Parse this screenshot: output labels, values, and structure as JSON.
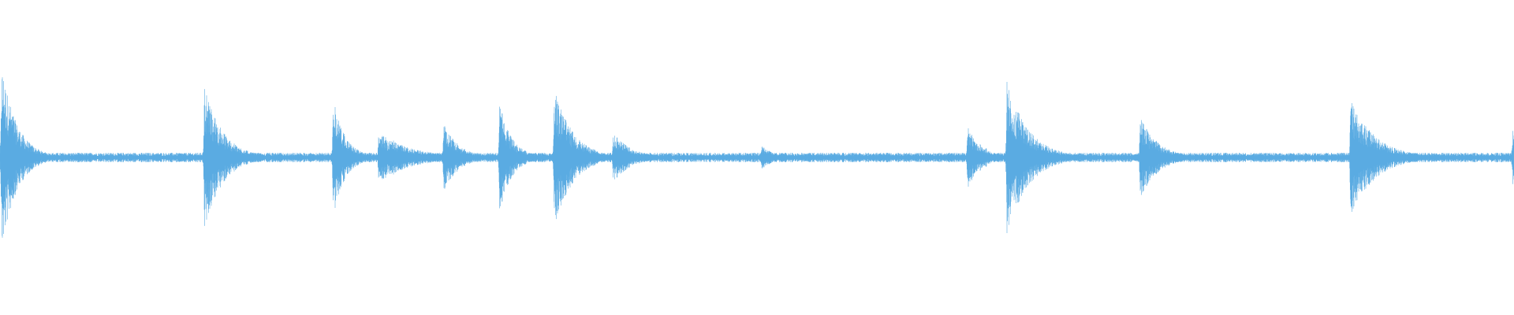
{
  "waveform": {
    "color": "#5aabe2",
    "background": "#ffffff",
    "baseline_amplitude": 0.03,
    "bursts": [
      {
        "time": 0.001,
        "amplitude": 0.6,
        "decay": 10
      },
      {
        "time": 0.135,
        "amplitude": 0.46,
        "decay": 12
      },
      {
        "time": 0.22,
        "amplitude": 0.38,
        "decay": 8
      },
      {
        "time": 0.25,
        "amplitude": 0.16,
        "decay": 22
      },
      {
        "time": 0.259,
        "amplitude": 0.12,
        "decay": 10
      },
      {
        "time": 0.293,
        "amplitude": 0.22,
        "decay": 10
      },
      {
        "time": 0.33,
        "amplitude": 0.36,
        "decay": 8
      },
      {
        "time": 0.366,
        "amplitude": 0.46,
        "decay": 12
      },
      {
        "time": 0.405,
        "amplitude": 0.16,
        "decay": 12
      },
      {
        "time": 0.503,
        "amplitude": 0.08,
        "decay": 8
      },
      {
        "time": 0.639,
        "amplitude": 0.2,
        "decay": 10
      },
      {
        "time": 0.665,
        "amplitude": 0.5,
        "decay": 14
      },
      {
        "time": 0.753,
        "amplitude": 0.26,
        "decay": 12
      },
      {
        "time": 0.892,
        "amplitude": 0.38,
        "decay": 16
      },
      {
        "time": 0.999,
        "amplitude": 0.22,
        "decay": 3
      }
    ]
  }
}
